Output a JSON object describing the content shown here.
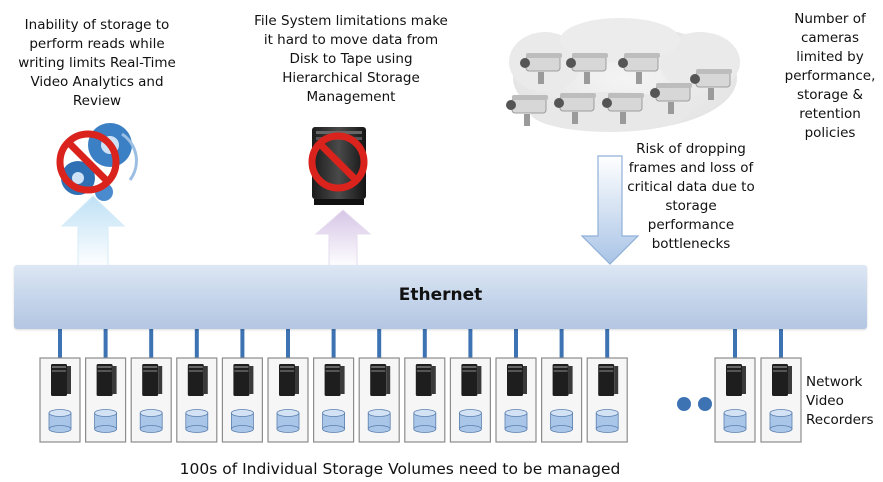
{
  "annotations": {
    "storage_reads": [
      "Inability of storage to",
      "perform reads while",
      "writing limits Real-Time",
      "Video Analytics and",
      "Review"
    ],
    "file_system": [
      "File System limitations make",
      "it hard to move data from",
      "Disk to Tape using",
      "Hierarchical Storage",
      "Management"
    ],
    "cameras": [
      "Number of",
      "cameras",
      "limited by",
      "performance,",
      "storage &",
      "retention",
      "policies"
    ],
    "risk": [
      "Risk of dropping",
      "frames and loss of",
      "critical data due to",
      "storage",
      "performance",
      "bottlenecks"
    ]
  },
  "ethernet_label": "Ethernet",
  "nvr_label": [
    "Network",
    "Video",
    "Recorders"
  ],
  "bottom_caption": "100s of Individual Storage Volumes need to be managed",
  "colors": {
    "ethernet_bar": "#c4d4ea",
    "connector": "#3e73b3",
    "prohibit_red": "#d9231c",
    "arrow_blue": "#c6e3f4",
    "arrow_purple": "#d8cbe6",
    "arrow_down": "#b9cfe9",
    "disk_blue": "#a9c6e8"
  },
  "icons": [
    "analytics-gears-icon",
    "storage-server-icon",
    "security-camera-icon",
    "no-symbol-icon",
    "server-tower-icon",
    "disk-cylinder-icon",
    "ellipsis-dots-icon"
  ],
  "nvr_units": 16,
  "camera_count": 8
}
